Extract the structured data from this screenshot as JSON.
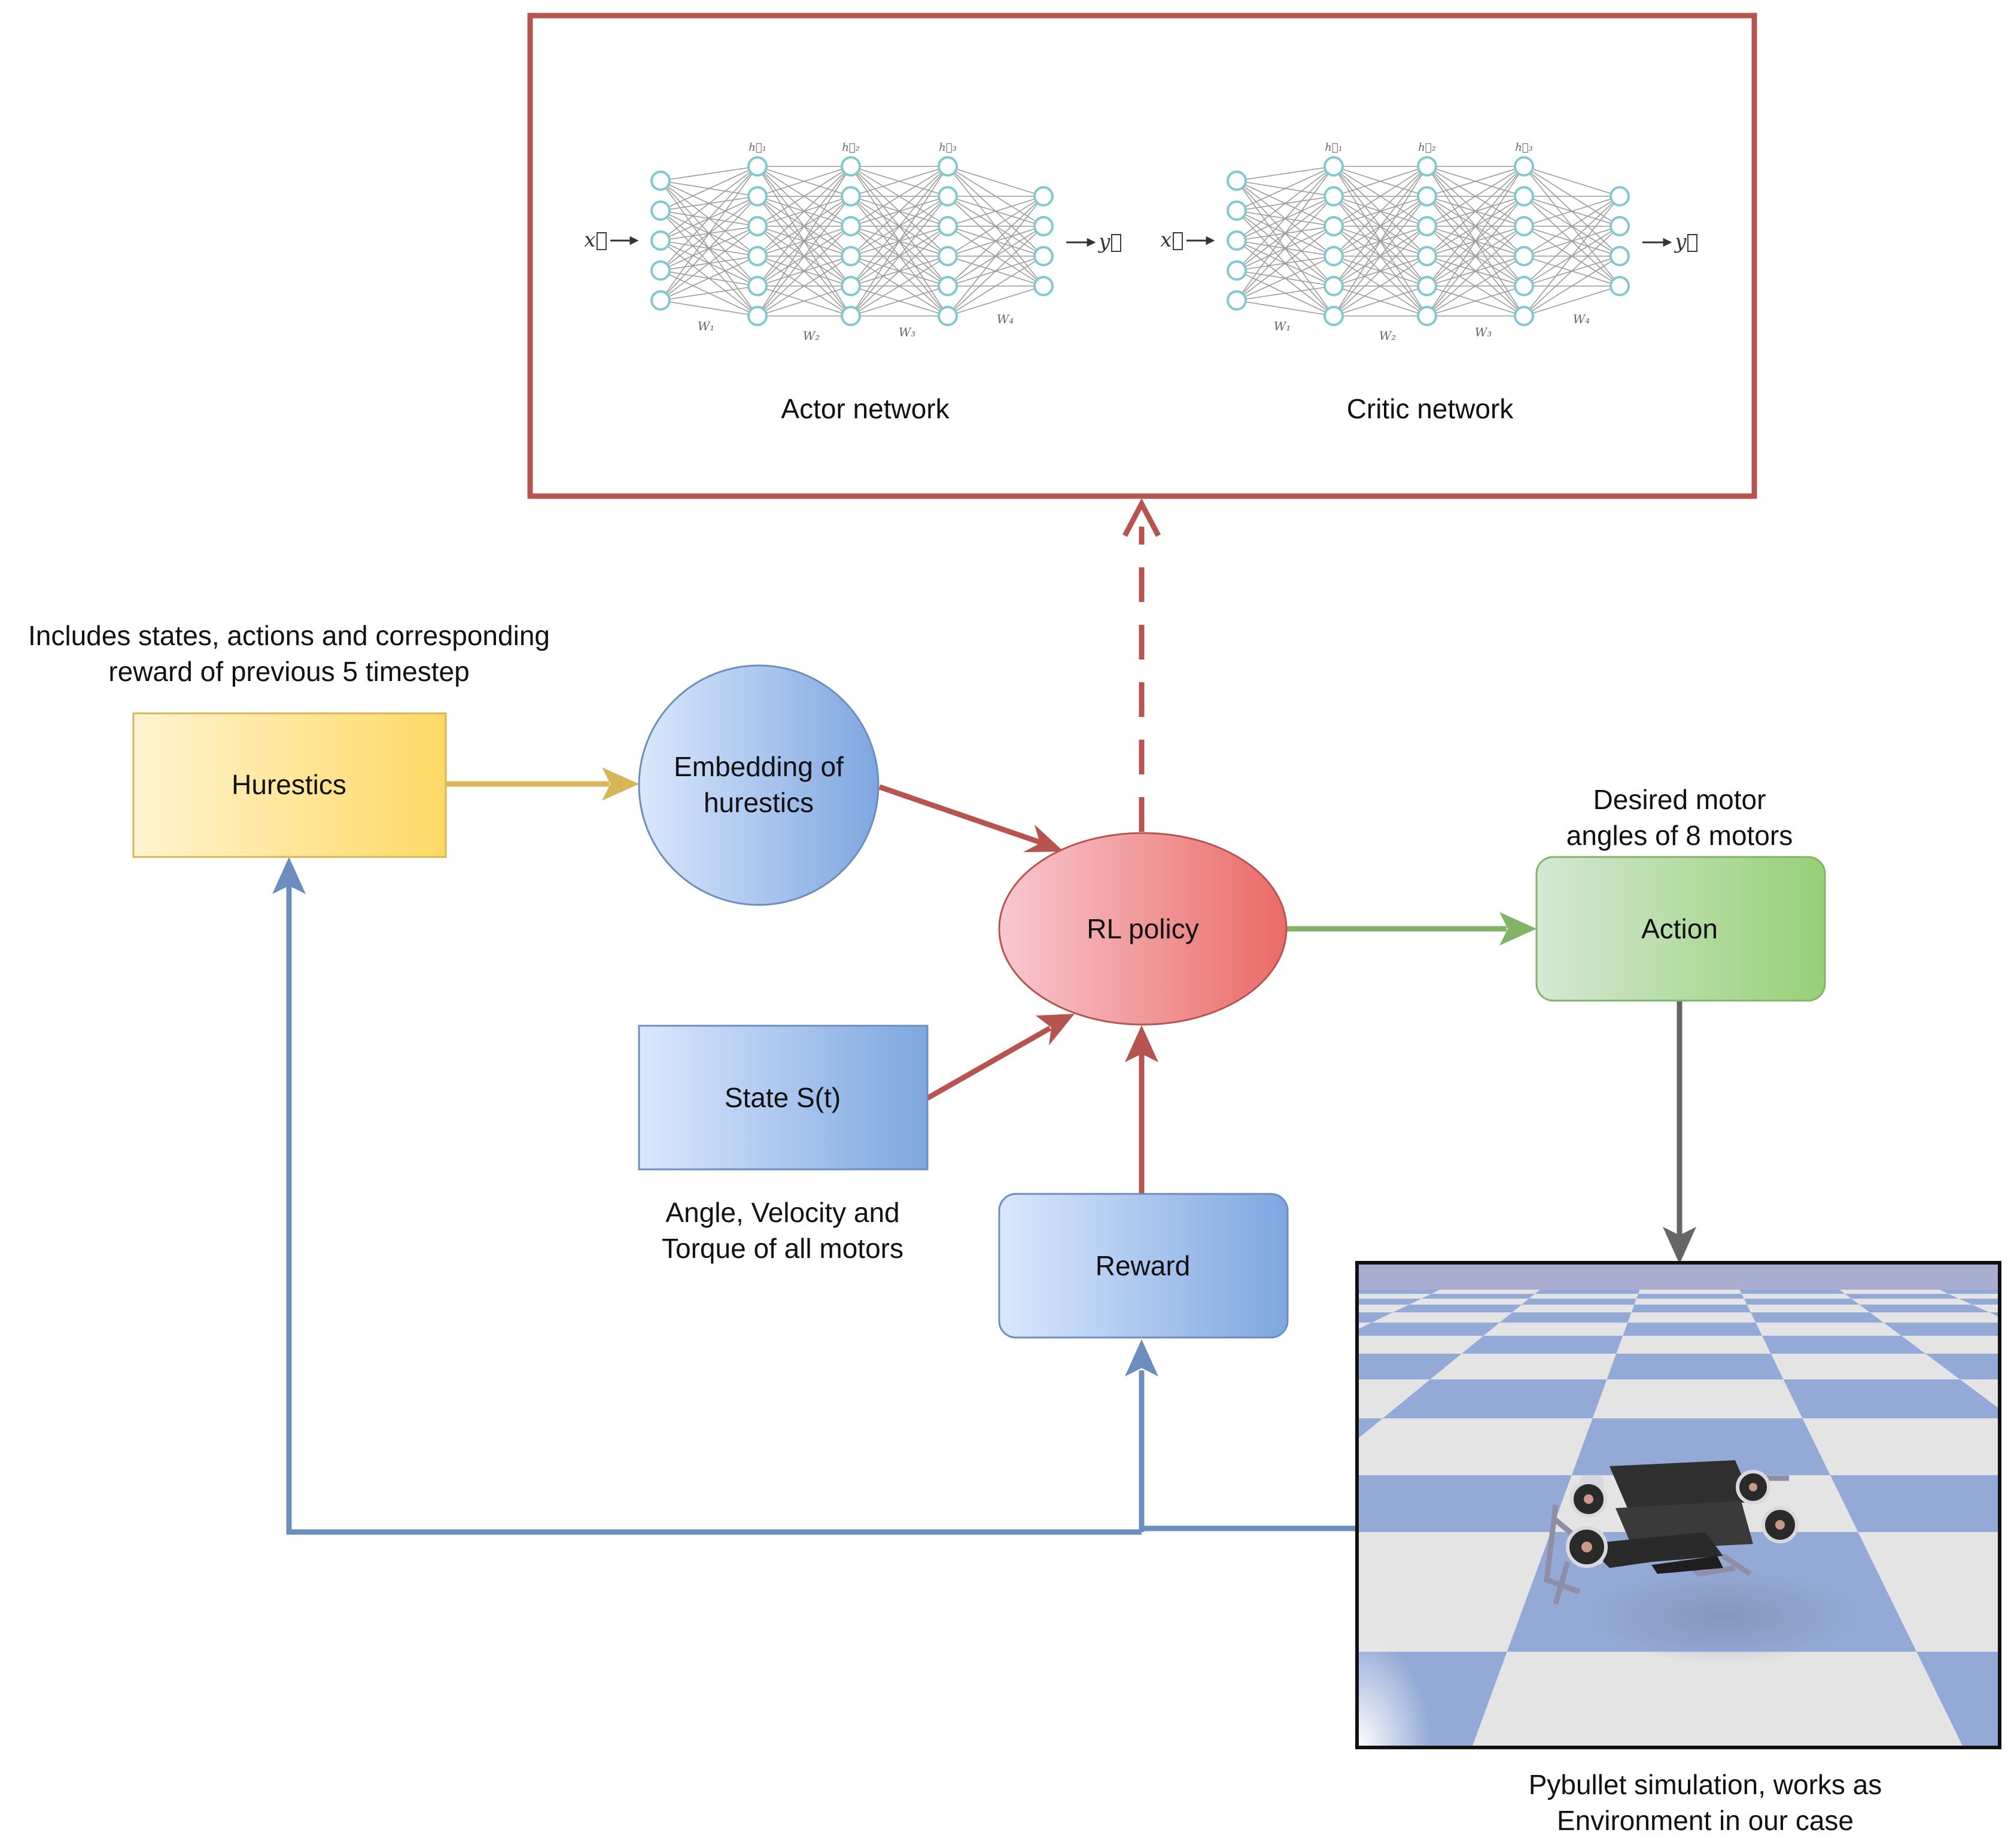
{
  "networks_box": {
    "actor_label": "Actor network",
    "critic_label": "Critic network",
    "input_symbol": "x⃗",
    "output_symbol": "y⃗",
    "hidden_labels": [
      "h⃗₁",
      "h⃗₂",
      "h⃗₃"
    ],
    "weight_labels": [
      "W₁",
      "W₂",
      "W₃",
      "W₄"
    ]
  },
  "heuristics": {
    "label": "Hurestics",
    "note_line1": "Includes states, actions and corresponding",
    "note_line2": "reward of previous 5 timestep"
  },
  "embedding": {
    "line1": "Embedding of",
    "line2": "hurestics"
  },
  "rl_policy": {
    "label": "RL policy"
  },
  "action": {
    "label": "Action",
    "note_line1": "Desired motor",
    "note_line2": "angles of 8 motors"
  },
  "state": {
    "label": "State S(t)",
    "note_line1": "Angle, Velocity and",
    "note_line2": "Torque of all motors"
  },
  "reward": {
    "label": "Reward"
  },
  "simulation": {
    "caption_line1": "Pybullet simulation, works as",
    "caption_line2": "Environment in our case"
  },
  "colors": {
    "red": "#B85450",
    "blue": "#6C8EBF",
    "yellow": "#D6B656",
    "green": "#82B366",
    "gray": "#666666",
    "sky": "#a9aed0",
    "checker_blue": "#93aad6",
    "checker_light": "#e4e4e4"
  }
}
